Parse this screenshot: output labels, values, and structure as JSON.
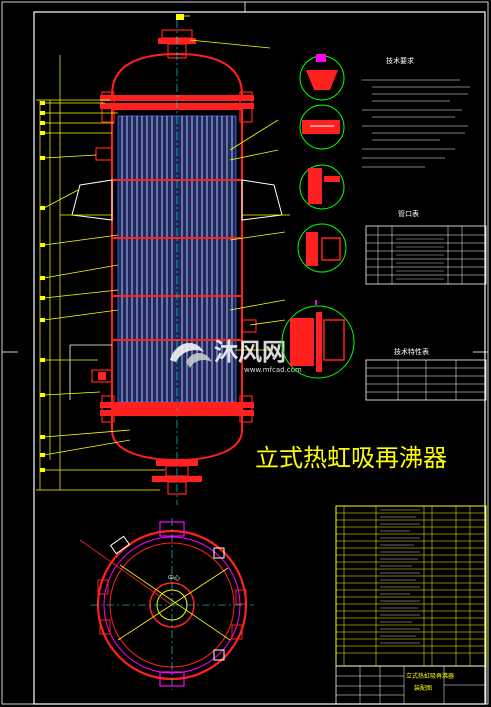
{
  "drawing": {
    "title": "立式热虹吸再沸器",
    "watermark": {
      "site_name": "沐风网",
      "url": "www.mfcad.com"
    },
    "colors": {
      "background": "#000000",
      "frame": "#ffffff",
      "vessel": "#ff2020",
      "tubes": "#4a6cff",
      "tube_fill": "#9aa6e8",
      "leader": "#ffff00",
      "green": "#00ff00",
      "magenta": "#ff00ff",
      "cyan": "#00ffff",
      "title_text": "#ffff00"
    }
  },
  "top_bar_label": "技术要求",
  "nozzle_table_label": "管口表",
  "design_table_label": "技术特性表",
  "section_labels": {
    "center": "中心"
  },
  "title_block": {
    "drawing_name": "立式热虹吸再沸器",
    "drawing_sub": "装配图"
  }
}
